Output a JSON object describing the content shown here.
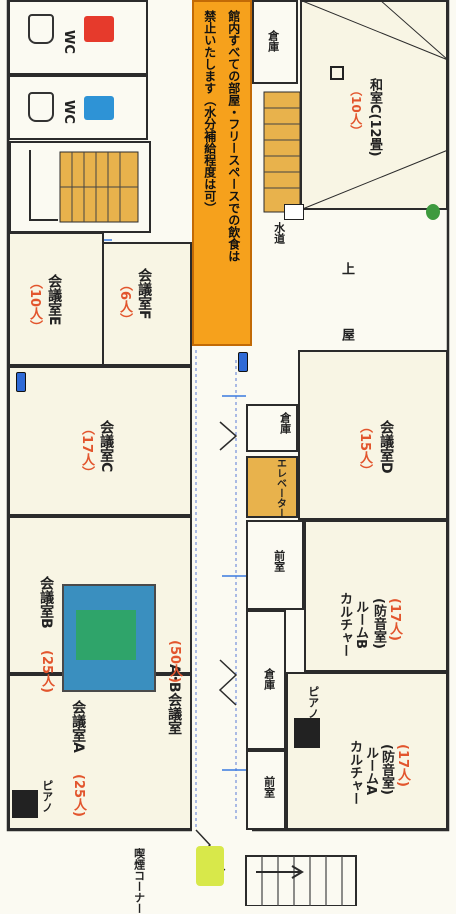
{
  "notice": {
    "line1": "館内すべての部屋・フリースペースでの飲食は",
    "line2": "禁止いたします（水分補給程度は可）"
  },
  "rooms": {
    "wc_top": "WC",
    "wc_bottom": "WC",
    "room_e_name": "会議室E",
    "room_e_cap": "（10人）",
    "room_f_name": "会議室F",
    "room_f_cap": "（6人）",
    "room_c_name": "会議室C",
    "room_c_cap": "（17人）",
    "room_b_name": "会議室B",
    "room_b_cap": "(25人)",
    "room_a_name": "会議室A",
    "room_a_cap": "(25人)",
    "room_ab_name": "A･B会議室",
    "room_ab_cap": "(50人)",
    "room_d_name": "会議室D",
    "room_d_cap": "（15人）",
    "washitsu_name": "和室C(12畳)",
    "washitsu_cap": "（10人）",
    "culture_b_1": "カルチャー",
    "culture_b_2": "ルームB",
    "culture_b_3": "(防音室)",
    "culture_b_cap": "(17人)",
    "culture_a_1": "カルチャー",
    "culture_a_2": "ルームA",
    "culture_a_3": "(防音室)",
    "culture_a_cap": "(17人)"
  },
  "labels": {
    "storage1": "倉庫",
    "storage2": "倉庫",
    "storage3": "倉庫",
    "elevator": "エレベーター",
    "anteroom1": "前室",
    "anteroom2": "前室",
    "water": "水道",
    "rooftop1": "屋",
    "rooftop2": "上",
    "piano1": "ピアノ",
    "piano2": "ピアノ",
    "smoking": "喫煙コーナー"
  },
  "colors": {
    "notice_bg": "#f6a11c",
    "capacity_red": "#e2552d",
    "wall": "#2b2b2b",
    "floor": "#f8f5e4",
    "stairs": "#e8b24c"
  }
}
